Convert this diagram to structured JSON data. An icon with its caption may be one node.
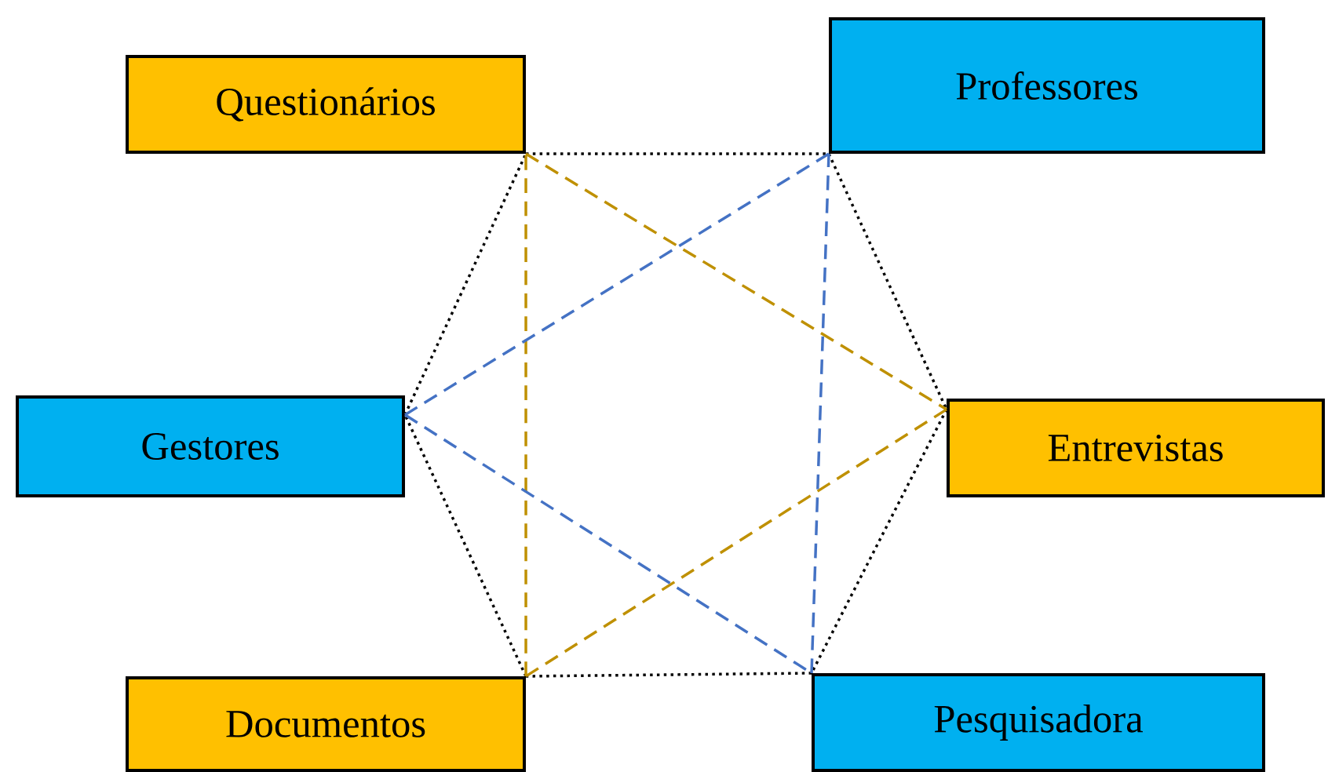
{
  "diagram": {
    "nodes": [
      {
        "text": [
          "Questionários"
        ]
      },
      {
        "text": [
          "Professores"
        ]
      },
      {
        "text": [
          "Gestores"
        ]
      },
      {
        "text": [
          "Entrevistas"
        ]
      },
      {
        "text": [
          "Documentos"
        ]
      },
      {
        "text": [
          "Pesquisadora"
        ]
      }
    ],
    "edges": [
      {
        "from": 0,
        "to": 1,
        "arrow": "none"
      },
      {
        "from": 1,
        "to": 3,
        "arrow": "none"
      },
      {
        "from": 3,
        "to": 5,
        "arrow": "none"
      },
      {
        "from": 5,
        "to": 4,
        "arrow": "none"
      },
      {
        "from": 4,
        "to": 2,
        "arrow": "none"
      },
      {
        "from": 2,
        "to": 0,
        "arrow": "none"
      },
      {
        "from": 0,
        "to": 3,
        "arrow": "none",
        "style": "dashed",
        "color": "#bf9000"
      },
      {
        "from": 3,
        "to": 4,
        "arrow": "none",
        "style": "dashed",
        "color": "#bf9000"
      },
      {
        "from": 4,
        "to": 0,
        "arrow": "none",
        "style": "dashed",
        "color": "#bf9000"
      },
      {
        "from": 1,
        "to": 2,
        "arrow": "none",
        "style": "dashed",
        "color": "#4472c4"
      },
      {
        "from": 2,
        "to": 5,
        "arrow": "none",
        "style": "dashed",
        "color": "#4472c4"
      },
      {
        "from": 5,
        "to": 1,
        "arrow": "none",
        "style": "dashed",
        "color": "#4472c4"
      }
    ]
  }
}
